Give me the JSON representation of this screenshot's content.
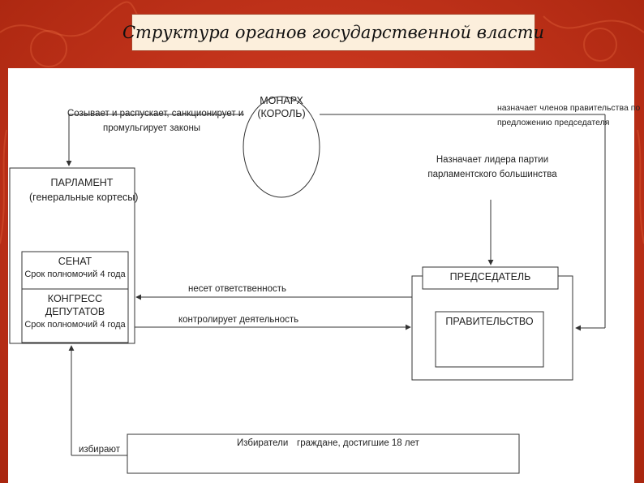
{
  "title": "Структура органов государственной власти",
  "monarch": {
    "line1": "МОНАРХ",
    "line2": "(КОРОЛЬ)"
  },
  "labels": {
    "monarch_to_parliament_1": "Созывает и распускает, санкционирует и",
    "monarch_to_parliament_2": "промульгирует законы",
    "appoints_members_1": "назначает членов правительства  по",
    "appoints_members_2": "предложению председателя",
    "appoints_leader_1": "Назначает лидера партии",
    "appoints_leader_2": "парламентского большинства",
    "responsibility": "несет ответственность",
    "controls": "контролирует деятельность",
    "elects": "избирают"
  },
  "parliament": {
    "line1": "ПАРЛАМЕНТ",
    "line2": "(генеральные кортесы)"
  },
  "senate": {
    "line1": "СЕНАТ",
    "line2": "Срок полномочий 4 года"
  },
  "congress": {
    "line1": "КОНГРЕСС",
    "line2": "ДЕПУТАТОВ",
    "line3": "Срок полномочий 4 года"
  },
  "chairman": "ПРЕДСЕДАТЕЛЬ",
  "government": "ПРАВИТЕЛЬСТВО",
  "voters": {
    "label": "Избиратели",
    "desc": "граждане, достигшие 18 лет"
  }
}
